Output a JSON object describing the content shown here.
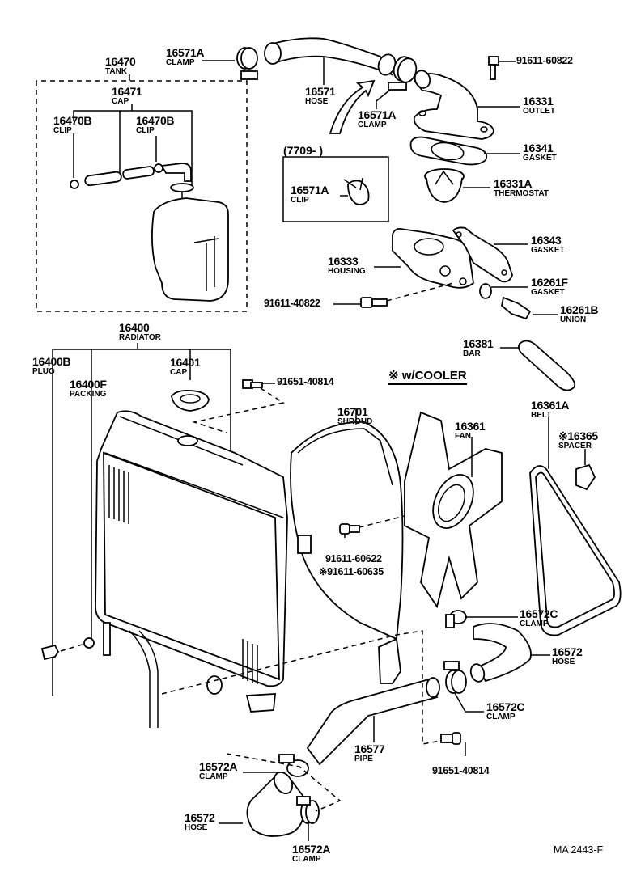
{
  "diagram": {
    "title_code": "MA 2443-F",
    "note": "※ w/COOLER",
    "date_range_box": "(7709-        )",
    "parts": {
      "p16470": {
        "number": "16470",
        "name": "TANK"
      },
      "p16471": {
        "number": "16471",
        "name": "CAP"
      },
      "p16470b_left": {
        "number": "16470B",
        "name": "CLIP"
      },
      "p16470b_right": {
        "number": "16470B",
        "name": "CLIP"
      },
      "p16571a_top": {
        "number": "16571A",
        "name": "CLAMP"
      },
      "p16571": {
        "number": "16571",
        "name": "HOSE"
      },
      "p16571a_mid": {
        "number": "16571A",
        "name": "CLAMP"
      },
      "p16571a_clip": {
        "number": "16571A",
        "name": "CLIP"
      },
      "p91611_60822": {
        "number": "91611-60822"
      },
      "p16331": {
        "number": "16331",
        "name": "OUTLET"
      },
      "p16341": {
        "number": "16341",
        "name": "GASKET"
      },
      "p16331a": {
        "number": "16331A",
        "name": "THERMOSTAT"
      },
      "p16343": {
        "number": "16343",
        "name": "GASKET"
      },
      "p16333": {
        "number": "16333",
        "name": "HOUSING"
      },
      "p16261f": {
        "number": "16261F",
        "name": "GASKET"
      },
      "p91611_40822": {
        "number": "91611-40822"
      },
      "p16261b": {
        "number": "16261B",
        "name": "UNION"
      },
      "p16381": {
        "number": "16381",
        "name": "BAR"
      },
      "p16400": {
        "number": "16400",
        "name": "RADIATOR"
      },
      "p16400b": {
        "number": "16400B",
        "name": "PLUG"
      },
      "p16400f": {
        "number": "16400F",
        "name": "PACKING"
      },
      "p16401": {
        "number": "16401",
        "name": "CAP"
      },
      "p91651_40814_top": {
        "number": "91651-40814"
      },
      "p16701": {
        "number": "16701",
        "name": "SHROUD"
      },
      "p16361": {
        "number": "16361",
        "name": "FAN"
      },
      "p16361a": {
        "number": "16361A",
        "name": "BELT"
      },
      "p16365": {
        "number": "※16365",
        "name": "SPACER"
      },
      "p91611_60622": {
        "number": "91611-60622"
      },
      "p91611_60635": {
        "number": "※91611-60635"
      },
      "p16572c_top": {
        "number": "16572C",
        "name": "CLAMP"
      },
      "p16572_right": {
        "number": "16572",
        "name": "HOSE"
      },
      "p16572c_bottom": {
        "number": "16572C",
        "name": "CLAMP"
      },
      "p16577": {
        "number": "16577",
        "name": "PIPE"
      },
      "p91651_40814_bottom": {
        "number": "91651-40814"
      },
      "p16572a_top": {
        "number": "16572A",
        "name": "CLAMP"
      },
      "p16572_left": {
        "number": "16572",
        "name": "HOSE"
      },
      "p16572a_bottom": {
        "number": "16572A",
        "name": "CLAMP"
      }
    }
  }
}
